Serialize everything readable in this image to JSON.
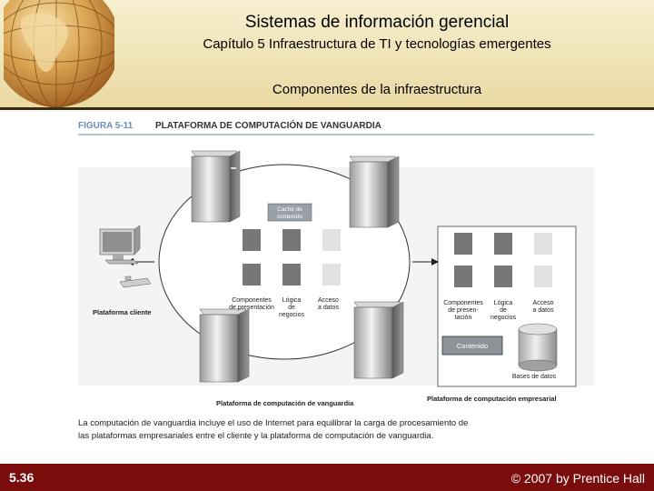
{
  "header": {
    "title": "Sistemas de información gerencial",
    "subtitle": "Capítulo 5 Infraestructura de TI y tecnologías emergentes",
    "section": "Componentes de la infraestructura"
  },
  "figure": {
    "number": "FIGURA 5-11",
    "title": "PLATAFORMA DE COMPUTACIÓN DE VANGUARDIA",
    "cache_label_1": "Caché de",
    "cache_label_2": "contenido",
    "client_label": "Plataforma cliente",
    "edge_col1_1": "Componentes",
    "edge_col1_2": "de presentación",
    "edge_col2_1": "Lógica",
    "edge_col2_2": "de",
    "edge_col2_3": "negocios",
    "edge_col3_1": "Acceso",
    "edge_col3_2": "a datos",
    "edge_platform_label": "Plataforma de computación de vanguardia",
    "ent_col1_1": "Componentes",
    "ent_col1_2": "de presen-",
    "ent_col1_3": "tación",
    "ent_col2_1": "Lógica",
    "ent_col2_2": "de",
    "ent_col2_3": "negocios",
    "ent_col3_1": "Acceso",
    "ent_col3_2": "a datos",
    "content_label": "Contenido",
    "db_label": "Bases de datos",
    "ent_platform_label": "Plataforma de computación empresarial",
    "caption_1": "La computación de vanguardia incluye el uso de Internet para equilibrar la carga de procesamiento de",
    "caption_2": "las plataformas empresariales entre el cliente y la plataforma de computación de vanguardia."
  },
  "footer": {
    "slide_number": "5.36",
    "copyright": "© 2007 by Prentice Hall"
  }
}
